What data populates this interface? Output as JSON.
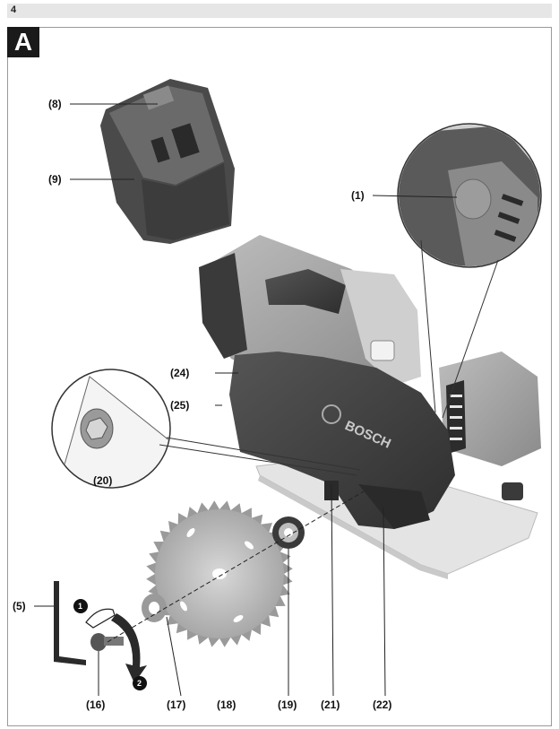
{
  "header": {
    "page_number": "4"
  },
  "figure": {
    "label": "A",
    "brand": "BOSCH",
    "steps": [
      "1",
      "2"
    ],
    "callouts": {
      "c1": "(1)",
      "c5": "(5)",
      "c8": "(8)",
      "c9": "(9)",
      "c16": "(16)",
      "c17": "(17)",
      "c18": "(18)",
      "c19": "(19)",
      "c20": "(20)",
      "c21": "(21)",
      "c22": "(22)",
      "c24": "(24)",
      "c25": "(25)"
    }
  }
}
